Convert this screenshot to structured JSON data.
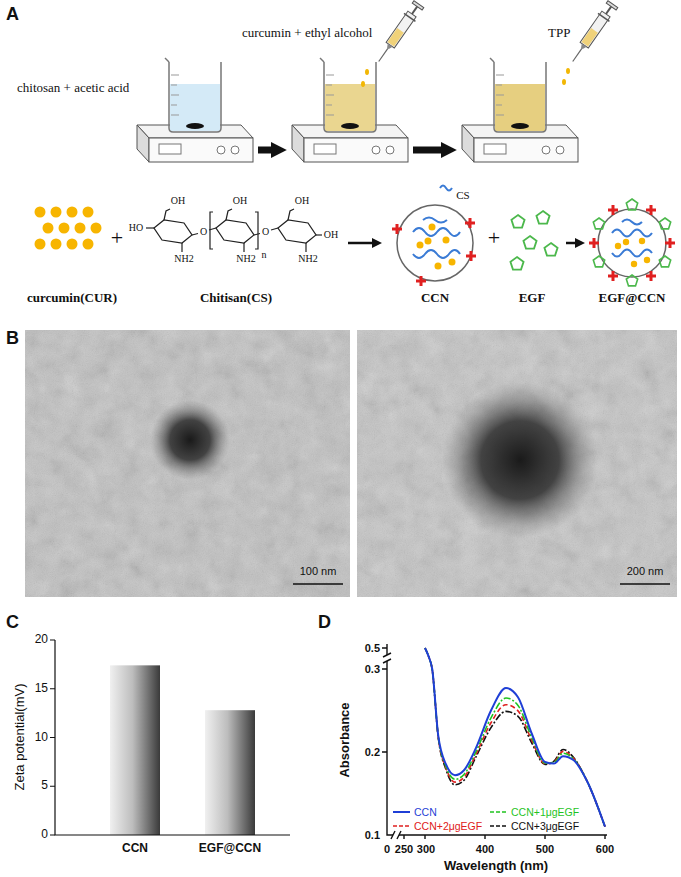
{
  "diagram": {
    "nodes": [
      {
        "text": [
          "chitosan + acetic acid"
        ]
      },
      {
        "text": [
          "curcumin + ethyl alcohol"
        ]
      },
      {
        "text": [
          "TPP"
        ]
      },
      {
        "text": [
          "curcumin(CUR)"
        ]
      },
      {
        "text": [
          "Chitisan(CS)"
        ]
      },
      {
        "text": [
          "CS",
          "CCN"
        ]
      },
      {
        "text": [
          "EGF"
        ]
      },
      {
        "text": [
          "EGF@CCN"
        ]
      }
    ],
    "edges": [
      {
        "from": 0,
        "to": 1,
        "arrow": "to"
      },
      {
        "from": 1,
        "to": 2,
        "arrow": "to"
      },
      {
        "from": 4,
        "to": 5,
        "arrow": "to"
      },
      {
        "from": 6,
        "to": 7,
        "arrow": "to"
      }
    ],
    "labels": [
      "A",
      "+",
      "OH",
      "OH",
      "OH",
      "HO",
      "O",
      "O",
      "OH",
      "NH2",
      "NH2",
      "NH2",
      "n",
      "+",
      "B",
      "100 nm",
      "200 nm",
      "C",
      "20",
      "15",
      "10",
      "5",
      "0",
      "Zeta potential(mV)",
      "CCN",
      "EGF@CCN",
      "D",
      "0.5",
      "0.3",
      "0.2",
      "0.1",
      "Absorbance",
      "0",
      "250",
      "300",
      "400",
      "500",
      "600",
      "Wavelength (nm)"
    ],
    "legend": [
      {
        "text": "CCN"
      },
      {
        "text": "CCN+1μgEGF"
      },
      {
        "text": "CCN+2μgEGF"
      },
      {
        "text": "CCN+3μgEGF"
      }
    ]
  }
}
